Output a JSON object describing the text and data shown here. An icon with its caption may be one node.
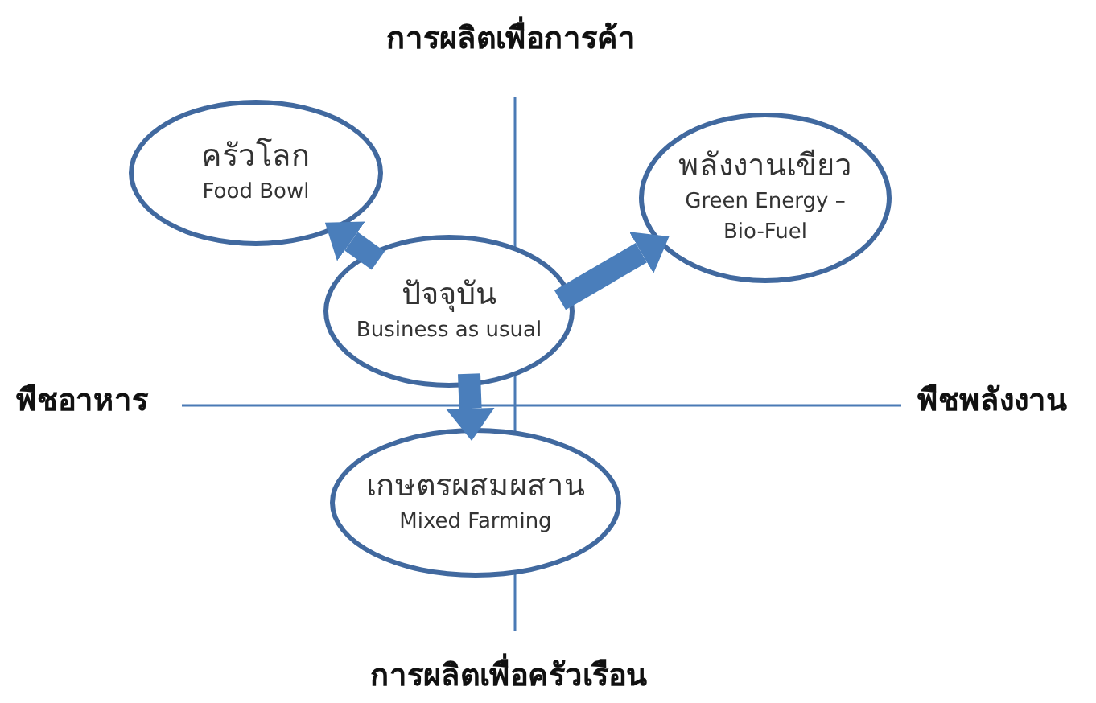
{
  "diagram": {
    "nodes": [
      {
        "text": [
          "ครัวโลก",
          "Food Bowl"
        ]
      },
      {
        "text": [
          "พลังงานเขียว",
          "Green Energy – Bio-Fuel"
        ]
      },
      {
        "text": [
          "ปัจจุบัน",
          "Business as usual"
        ]
      },
      {
        "text": [
          "เกษตรผสมผสาน",
          "Mixed Farming"
        ]
      }
    ],
    "edges": [
      {
        "from": 2,
        "to": 0,
        "arrow": "to"
      },
      {
        "from": 2,
        "to": 1,
        "arrow": "to"
      },
      {
        "from": 2,
        "to": 3,
        "arrow": "to"
      }
    ],
    "labels": [
      "การผลิตเพื่อการค้า",
      "พืชอาหาร",
      "พืชพลังงาน",
      "การผลิตเพื่อครัวเรือน"
    ]
  }
}
